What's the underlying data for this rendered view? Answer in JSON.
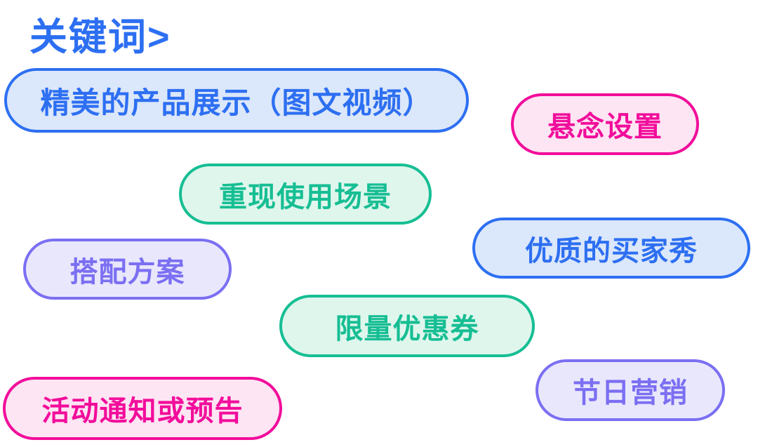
{
  "title": "关键词>",
  "colors": {
    "background": "#FFFFFF",
    "blue": "#2D6FF2",
    "blue_bg": "#DBE7FA",
    "pink": "#F20D9B",
    "pink_bg": "#FDE5F3",
    "teal": "#16BE93",
    "teal_bg": "#DFF6ED",
    "purple": "#7B6FF2",
    "purple_bg": "#E9E7FC"
  },
  "pills": [
    {
      "label": "精美的产品展示（图文视频）",
      "color": "blue"
    },
    {
      "label": "悬念设置",
      "color": "pink"
    },
    {
      "label": "重现使用场景",
      "color": "teal"
    },
    {
      "label": "优质的买家秀",
      "color": "blue"
    },
    {
      "label": "搭配方案",
      "color": "purple"
    },
    {
      "label": "限量优惠券",
      "color": "teal"
    },
    {
      "label": "节日营销",
      "color": "purple"
    },
    {
      "label": "活动通知或预告",
      "color": "pink"
    }
  ]
}
